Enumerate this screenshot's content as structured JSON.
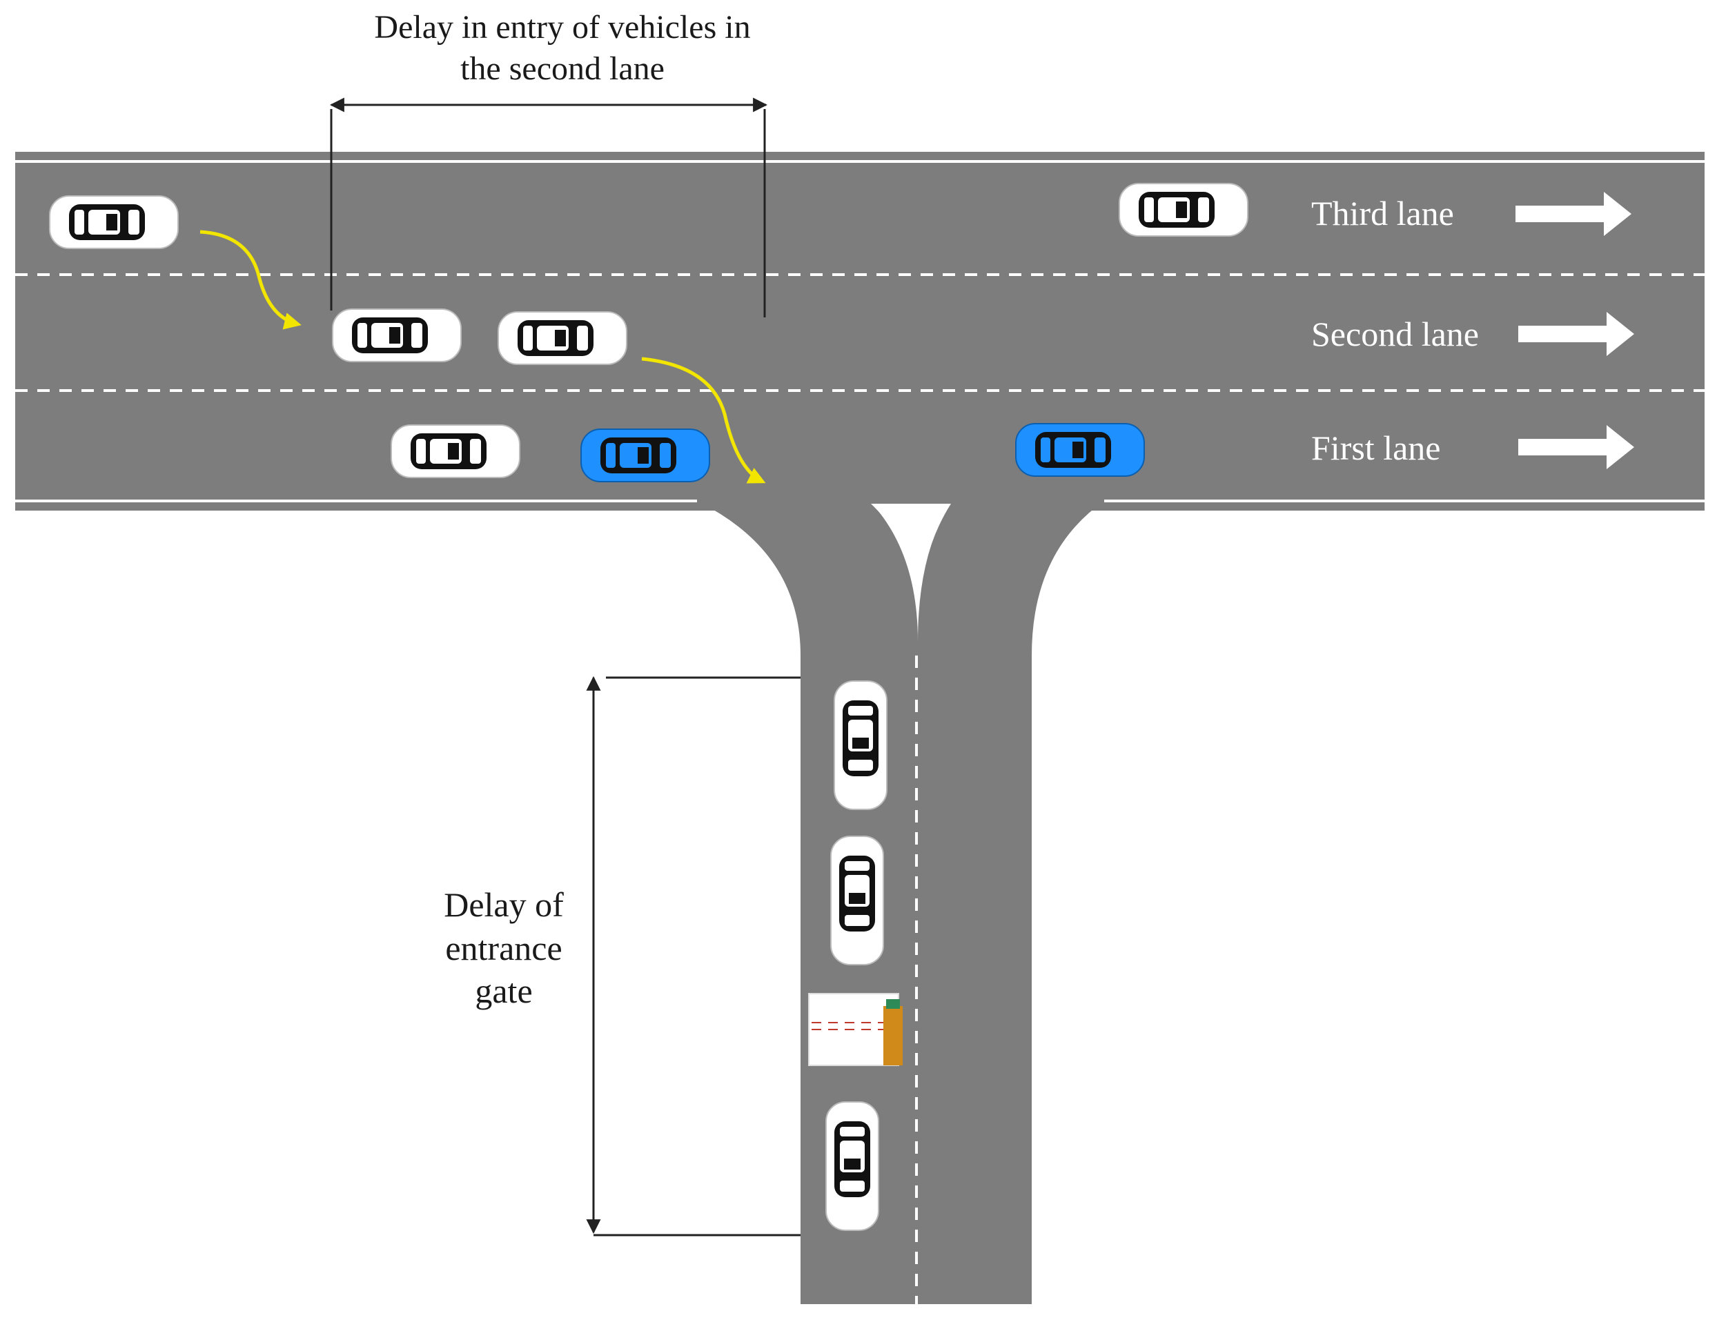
{
  "annotations": {
    "top_line1": "Delay in entry of vehicles in",
    "top_line2": "the second lane",
    "side_line1": "Delay of",
    "side_line2": "entrance",
    "side_line3": "gate"
  },
  "lanes": {
    "third": "Third lane",
    "second": "Second lane",
    "first": "First lane"
  },
  "colors": {
    "road": "#7d7d7d",
    "lane_marking": "#ffffff",
    "car_white": "#ffffff",
    "car_blue": "#1e90ff",
    "arrow_path": "#f2e600",
    "gate_post": "#d08a1a",
    "gate_bar_stripe": "#c0392b"
  },
  "icons": {
    "car": "car-icon",
    "lane_arrow": "right-arrow-icon",
    "gate": "barrier-gate-icon",
    "merge_arrow": "curved-arrow-icon"
  }
}
